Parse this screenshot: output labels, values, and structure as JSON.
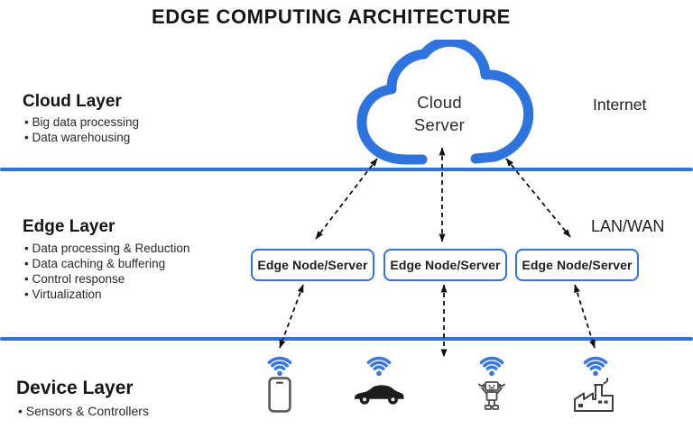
{
  "title": "EDGE COMPUTING ARCHITECTURE",
  "colors": {
    "primary_blue": "#2e74e0",
    "wifi_blue": "#3576ea",
    "arrow_black": "#111111",
    "text_dark": "#1d1d1b"
  },
  "cloud": {
    "label_line1": "Cloud",
    "label_line2": "Server"
  },
  "right_labels": {
    "cloud": "Internet",
    "edge": "LAN/WAN"
  },
  "layers": {
    "cloud": {
      "heading": "Cloud Layer",
      "bullets": [
        "Big data processing",
        "Data warehousing"
      ]
    },
    "edge": {
      "heading": "Edge Layer",
      "bullets": [
        "Data processing & Reduction",
        "Data caching & buffering",
        "Control response",
        "Virtualization"
      ]
    },
    "device": {
      "heading": "Device Layer",
      "bullets": [
        "Sensors & Controllers"
      ]
    }
  },
  "edge_nodes": [
    "Edge Node/Server",
    "Edge Node/Server",
    "Edge Node/Server"
  ],
  "devices": [
    "smartphone",
    "car",
    "robot",
    "factory"
  ]
}
